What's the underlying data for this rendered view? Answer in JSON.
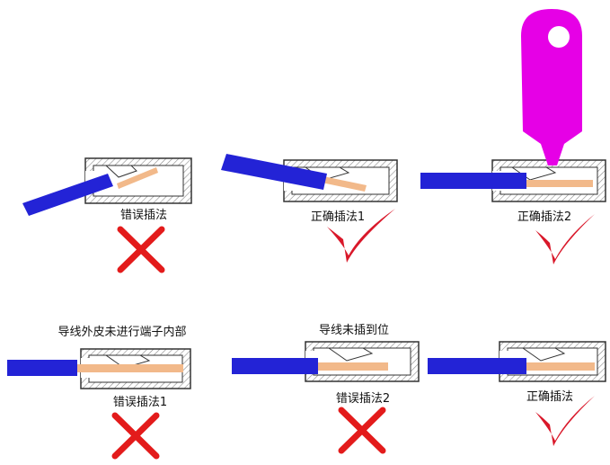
{
  "colors": {
    "wire": "#2323d6",
    "conductor": "#f2b98a",
    "housing_stroke": "#333333",
    "housing_hatch": "#999999",
    "wrong_mark": "#e31b1b",
    "right_mark": "#d9182a",
    "probe": "#e600e6"
  },
  "panels": [
    {
      "id": "top-left",
      "caption": "错误插法",
      "verdict": "wrong",
      "icon": "red-cross-icon"
    },
    {
      "id": "top-middle",
      "caption": "正确插法1",
      "verdict": "right",
      "icon": "red-check-icon"
    },
    {
      "id": "top-right",
      "caption": "正确插法2",
      "verdict": "right",
      "icon": "red-check-icon",
      "extra": "magenta-probe-icon"
    },
    {
      "id": "bottom-left",
      "note": "导线外皮未进行端子内部",
      "caption": "错误插法1",
      "verdict": "wrong",
      "icon": "red-cross-icon"
    },
    {
      "id": "bottom-middle",
      "note": "导线未插到位",
      "caption": "错误插法2",
      "verdict": "wrong",
      "icon": "red-cross-icon"
    },
    {
      "id": "bottom-right",
      "caption": "正确插法",
      "verdict": "right",
      "icon": "red-check-icon"
    }
  ]
}
